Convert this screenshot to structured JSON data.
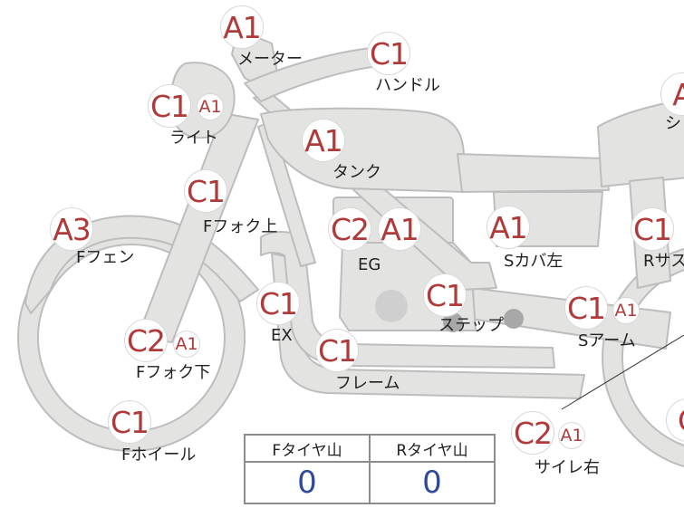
{
  "colors": {
    "grade_text": "#b03a3a",
    "value_text": "#2e4a9a",
    "part_fill": "#e3e3e1",
    "part_stroke": "#bdbdbd"
  },
  "parts": {
    "meter": {
      "grade": "A1",
      "label": "メーター"
    },
    "handle": {
      "grade": "C1",
      "label": "ハンドル"
    },
    "light": {
      "grade": "C1",
      "grade_extra": "A1",
      "label": "ライト"
    },
    "tank": {
      "grade": "A1",
      "label": "タンク"
    },
    "seat": {
      "grade": "A",
      "label": "シ"
    },
    "front_fork_upper": {
      "grade": "C1",
      "label": "Fフォク上"
    },
    "front_fender": {
      "grade": "A3",
      "label": "Fフェン"
    },
    "engine": {
      "grade": "C2",
      "grade_extra": "A1",
      "label": "EG"
    },
    "side_cover_left": {
      "grade": "A1",
      "label": "Sカバ左"
    },
    "rear_suspension": {
      "grade": "C1",
      "label": "Rサス"
    },
    "exhaust": {
      "grade": "C1",
      "label": "EX"
    },
    "step": {
      "grade": "C1",
      "label": "ステップ"
    },
    "swing_arm": {
      "grade": "C1",
      "grade_extra": "A1",
      "label": "Sアーム"
    },
    "front_fork_lower": {
      "grade": "C2",
      "grade_extra": "A1",
      "label": "Fフォク下"
    },
    "frame": {
      "grade": "C1",
      "label": "フレーム"
    },
    "front_wheel": {
      "grade": "C1",
      "label": "Fホイール"
    },
    "silencer_right": {
      "grade": "C2",
      "grade_extra": "A1",
      "label": "サイレ右"
    },
    "rear_wheel": {
      "grade": "C"
    }
  },
  "tire_table": {
    "front_header": "Fタイヤ山",
    "rear_header": "Rタイヤ山",
    "front_value": "0",
    "rear_value": "0"
  }
}
